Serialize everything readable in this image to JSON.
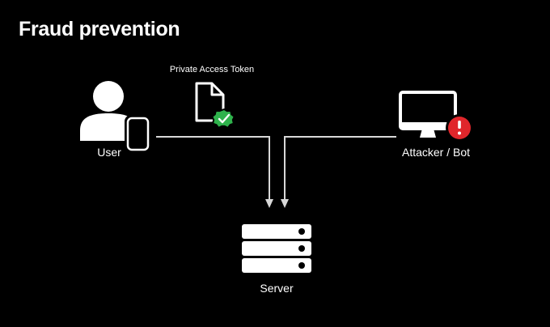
{
  "slide": {
    "title": "Fraud prevention"
  },
  "nodes": {
    "token": {
      "label": "Private Access Token",
      "icon": "document-checkmark-icon"
    },
    "user": {
      "label": "User",
      "icon": "person-phone-icon"
    },
    "attacker": {
      "label": "Attacker / Bot",
      "icon": "monitor-alert-icon"
    },
    "server": {
      "label": "Server",
      "icon": "server-rack-icon"
    }
  },
  "colors": {
    "background": "#000000",
    "foreground": "#ffffff",
    "connector": "#d8d8d8",
    "check_badge": "#2fb24c",
    "alert_badge": "#e0262b"
  }
}
